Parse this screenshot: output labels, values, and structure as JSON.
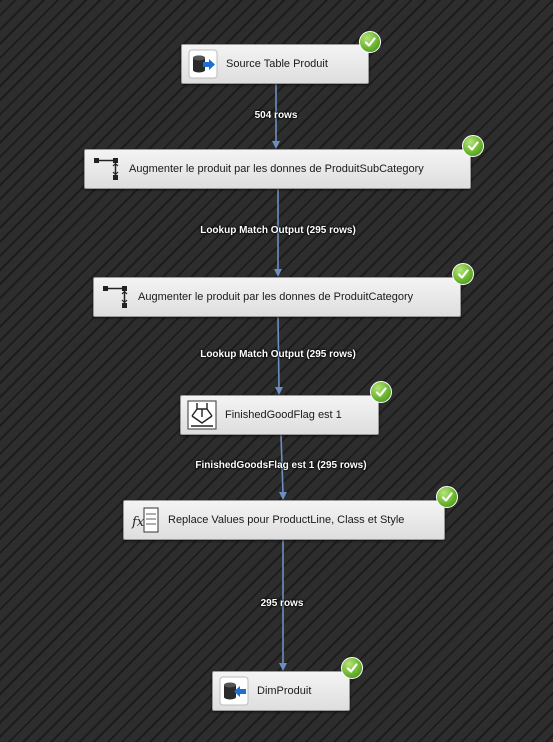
{
  "components": [
    {
      "id": "source-table-produit",
      "label": "Source Table Produit",
      "type": "source",
      "status": "success"
    },
    {
      "id": "lookup-produitsubcategory",
      "label": "Augmenter le produit par les donnes de ProduitSubCategory",
      "type": "lookup",
      "status": "success"
    },
    {
      "id": "lookup-produitcategory",
      "label": "Augmenter le produit par les donnes de ProduitCategory",
      "type": "lookup",
      "status": "success"
    },
    {
      "id": "conditional-split-finishedgoodflag",
      "label": "FinishedGoodFlag est 1",
      "type": "conditional-split",
      "status": "success"
    },
    {
      "id": "derived-column-replace-values",
      "label": "Replace Values pour ProductLine, Class et Style",
      "type": "derived-column",
      "status": "success"
    },
    {
      "id": "destination-dimproduit",
      "label": "DimProduit",
      "type": "destination",
      "status": "success"
    }
  ],
  "paths": [
    {
      "label": "504 rows"
    },
    {
      "label": "Lookup Match Output (295 rows)"
    },
    {
      "label": "Lookup Match Output (295 rows)"
    },
    {
      "label": "FinishedGoodsFlag est 1 (295 rows)"
    },
    {
      "label": "295 rows"
    }
  ],
  "colors": {
    "canvas_background": "#2b2b2b",
    "flow_line": "#6d8fc0",
    "component_fill": "#ececec",
    "success_check": "#6cb52f"
  }
}
